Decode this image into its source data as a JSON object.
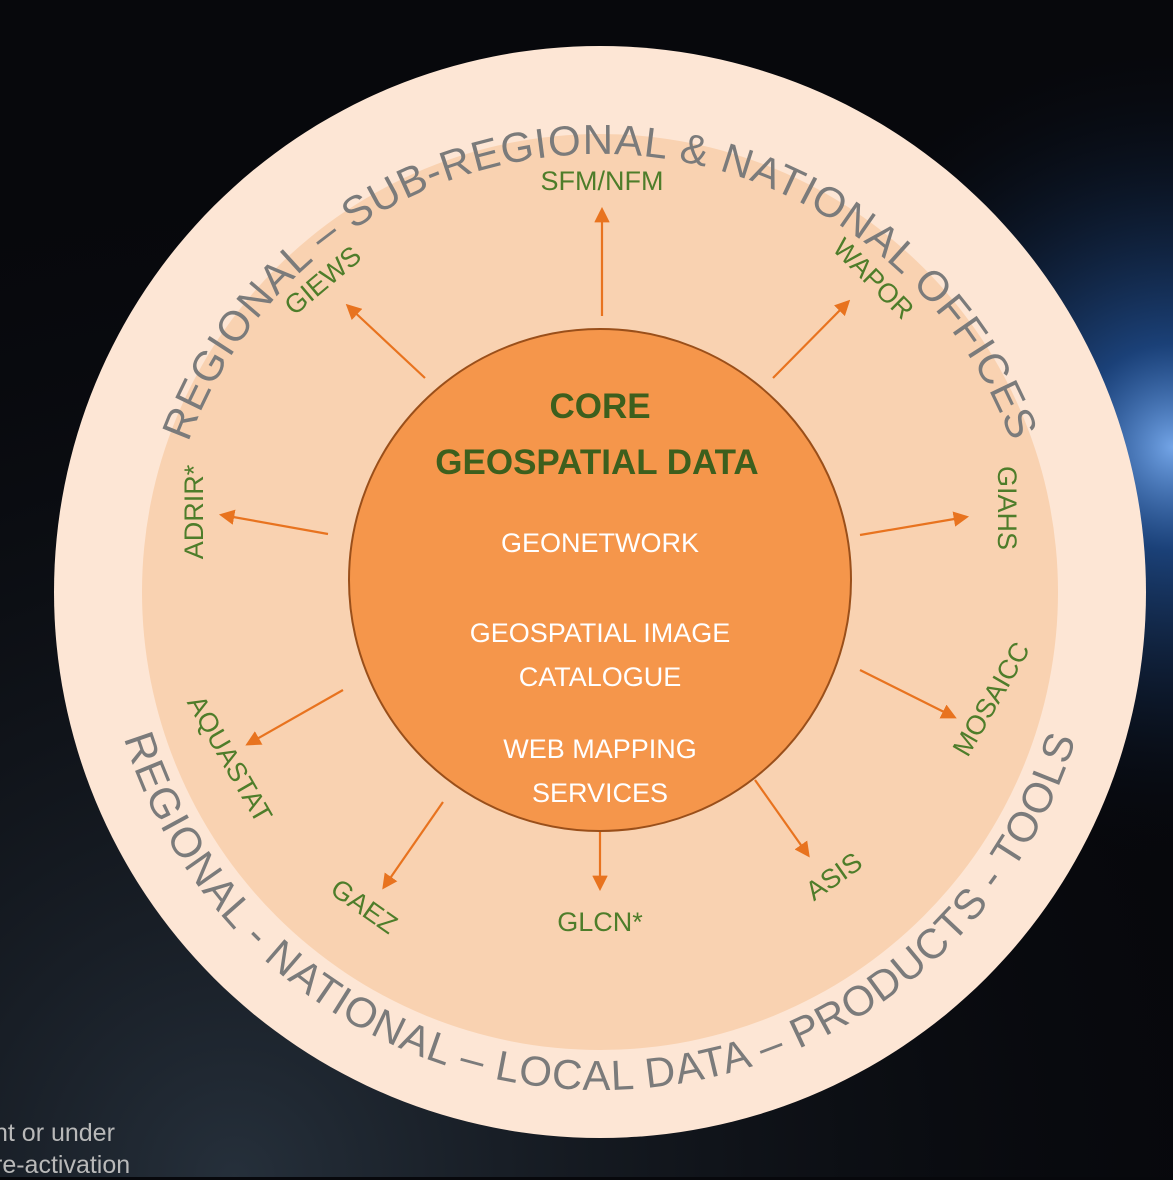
{
  "outer_ring": {
    "top_text": "REGIONAL – SUB-REGIONAL & NATIONAL OFFICES",
    "bottom_text": "REGIONAL - NATIONAL – LOCAL DATA – PRODUCTS - TOOLS"
  },
  "core": {
    "title_line1": "CORE",
    "title_line2": "GEOSPATIAL DATA",
    "items": [
      "GEONETWORK",
      "GEOSPATIAL IMAGE",
      "CATALOGUE",
      "WEB MAPPING",
      "SERVICES"
    ]
  },
  "products": {
    "sfm": "SFM/NFM",
    "wapor": "WAPOR",
    "giahs": "GIAHS",
    "mosaicc": "MOSAICC",
    "asis": "ASIS",
    "glcn": "GLCN*",
    "gaez": "GAEZ",
    "aquastat": "AQUASTAT",
    "adrir": "ADRIR*",
    "giews": "GIEWS"
  },
  "footnote": {
    "line1": "nt or under",
    "line2": "re-activation"
  },
  "colors": {
    "outer_ring": "#fde6d5",
    "middle_ring": "#f9d2b1",
    "core": "#f5964b",
    "core_border": "#9a4f1a",
    "arrow": "#e8731f",
    "product_text": "#4e7d2a",
    "core_title": "#3d5f1d"
  }
}
